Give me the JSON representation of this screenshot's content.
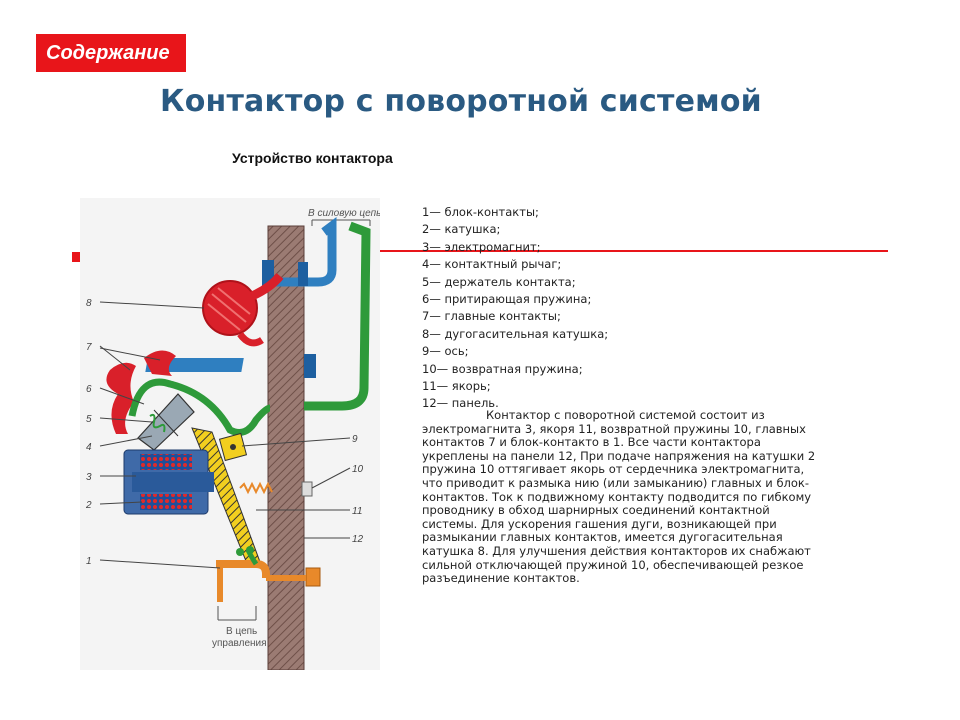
{
  "nav": {
    "toc_label": "Содержание"
  },
  "header": {
    "title": "Контактор с поворотной системой",
    "subtitle": "Устройство контактора"
  },
  "diagram": {
    "power_label_lines": [
      "В силовую цепь"
    ],
    "control_label_lines": [
      "В цепь",
      "управления"
    ],
    "numbers": [
      "1",
      "2",
      "3",
      "4",
      "5",
      "6",
      "7",
      "8",
      "9",
      "10",
      "11",
      "12"
    ]
  },
  "legend": [
    "1— блок-контакты;",
    "2— катушка;",
    "3— электромагнит;",
    "4— контактный рычаг;",
    "5— держатель контакта;",
    "6— притирающая пружина;",
    "7— главные контакты;",
    "8— дугогасительная катушка;",
    "9— ось;",
    "10— возвратная пружина;",
    "11— якорь;",
    "12— панель."
  ],
  "description": "Контактор с поворотной системой состоит из электромагнита 3, якоря 11, возвратной пружины 10, главных контактов 7 и блок-контакто в 1. Все части контактора укреплены на панели 12, При подаче напряжения на катушки 2 пружина 10 оттягивает якорь от сердечника электромагнита, что приводит к размыка нию (или замыканию) главных и блок-контактов. Ток к подвижному контакту подводится по гибкому проводнику в обход шарнирных соединений контактной системы. Для ускорения гашения дуги, возникающей при размыкании главных контактов, имеется дугогасительная катушка 8. Для улучшения действия контакторов их снабжают сильной отключающей пружиной 10, обеспечивающей резкое разъединение контактов.",
  "colors": {
    "accent_red": "#e8151a",
    "title_blue": "#2a5a82",
    "panel_brown": "#8b6a62",
    "copper_blue": "#2f7fc0",
    "busbar_green": "#2e9a3a",
    "arc_coil_red": "#d9202a",
    "control_orange": "#e8892a",
    "armature_yellow": "#f2cf1f"
  }
}
